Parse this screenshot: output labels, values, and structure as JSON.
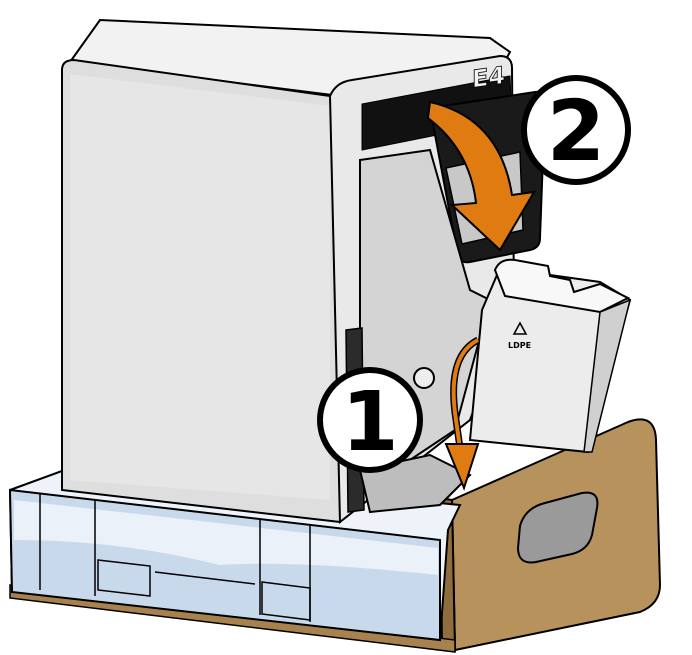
{
  "diagram": {
    "machine_badge": "E4",
    "recycle_mark": "LDPE",
    "steps": [
      {
        "number": "1"
      },
      {
        "number": "2"
      }
    ],
    "colors": {
      "machine_body": "#e3e3e3",
      "machine_shadow": "#bdbdbd",
      "front_panel": "#111111",
      "arrow_step_2": "#e07b12",
      "arrow_step_1": "#e07b12",
      "foam_tray": "#c9d9ec",
      "cardboard": "#b8925c"
    }
  }
}
